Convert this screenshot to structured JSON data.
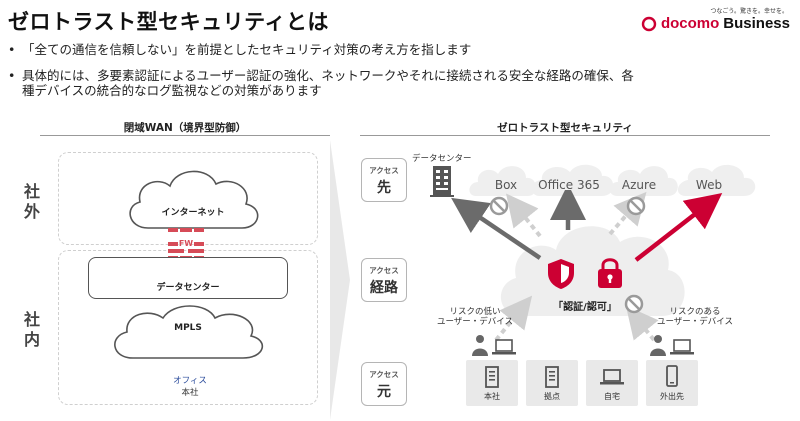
{
  "title": "ゼロトラスト型セキュリティとは",
  "logo": {
    "tagline": "つなごう。驚きを。幸せを。",
    "brand": "docomo",
    "suffix": "Business"
  },
  "bullets": [
    "「全ての通信を信頼しない」を前提としたセキュリティ対策の考え方を指します",
    "具体的には、多要素認証によるユーザー認証の強化、ネットワークやそれに接続される安全な経路の確保、各",
    "種デバイスの統合的なログ監視などの対策があります"
  ],
  "left": {
    "heading": "閉域WAN（境界型防御）",
    "outside_label": [
      "社",
      "外"
    ],
    "inside_label": [
      "社",
      "内"
    ],
    "internet": "インターネット",
    "fw": "FW",
    "datacenter": "データセンター",
    "mpls": "MPLS",
    "office": "オフィス",
    "hq": "本社"
  },
  "right": {
    "heading": "ゼロトラスト型セキュリティ",
    "access_dest": {
      "small": "アクセス",
      "big": "先"
    },
    "access_route": {
      "small": "アクセス",
      "big": "経路"
    },
    "access_src": {
      "small": "アクセス",
      "big": "元"
    },
    "datacenter": "データセンター",
    "clouds": [
      "Box",
      "Office 365",
      "Azure",
      "Web"
    ],
    "auth": "「認証/認可」",
    "low_risk": [
      "リスクの低い",
      "ユーザー・デバイス"
    ],
    "risk": [
      "リスクのある",
      "ユーザー・デバイス"
    ],
    "devices": [
      "本社",
      "拠点",
      "自宅",
      "外出先"
    ]
  },
  "colors": {
    "accent": "#cc0033",
    "gray_arrow": "#6b6b6b",
    "light_arrow": "#cfcfcf",
    "cloud_gray": "#eeeeee"
  }
}
